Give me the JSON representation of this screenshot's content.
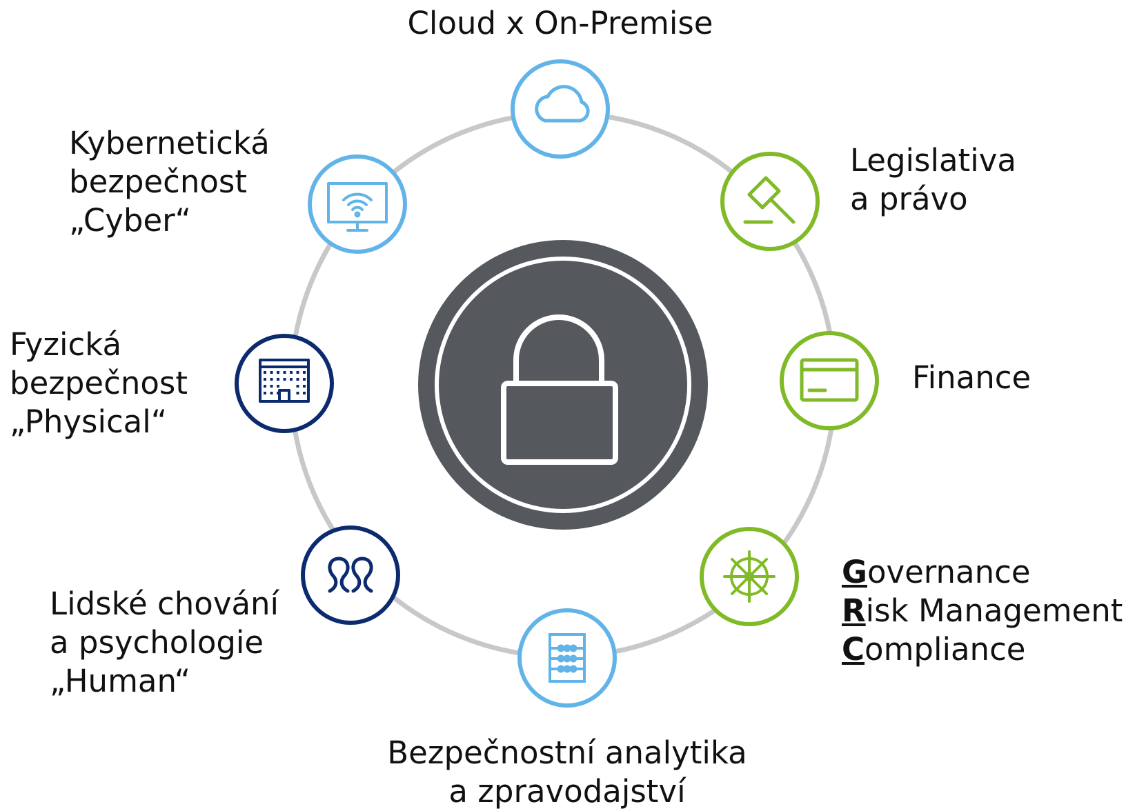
{
  "colors": {
    "ring": "#c8c8c8",
    "light_blue": "#62b4e8",
    "green": "#80ba27",
    "navy": "#0c2a6e",
    "lock_fill": "#55585d",
    "lock_outer": "#55585d"
  },
  "center": {
    "icon": "padlock-icon"
  },
  "nodes": [
    {
      "id": "cloud",
      "icon": "cloud-icon",
      "color": "light_blue",
      "lines": [
        "Cloud x On-Premise"
      ]
    },
    {
      "id": "legal",
      "icon": "gavel-icon",
      "color": "green",
      "lines": [
        "Legislativa",
        "a právo"
      ]
    },
    {
      "id": "finance",
      "icon": "credit-card-icon",
      "color": "green",
      "lines": [
        "Finance"
      ]
    },
    {
      "id": "grc",
      "icon": "ship-wheel-icon",
      "color": "green",
      "lines": [
        {
          "first": "G",
          "rest": "overnance"
        },
        {
          "first": "R",
          "rest": "isk Management"
        },
        {
          "first": "C",
          "rest": "ompliance"
        }
      ]
    },
    {
      "id": "analytics",
      "icon": "abacus-icon",
      "color": "light_blue",
      "lines": [
        "Bezpečnostní analytika",
        "a zpravodajství"
      ]
    },
    {
      "id": "human",
      "icon": "people-icon",
      "color": "navy",
      "lines": [
        "Lidské chování",
        "a psychologie",
        "„Human“"
      ]
    },
    {
      "id": "physical",
      "icon": "building-icon",
      "color": "navy",
      "lines": [
        "Fyzická",
        "bezpečnost",
        "„Physical“"
      ]
    },
    {
      "id": "cyber",
      "icon": "monitor-wifi-icon",
      "color": "light_blue",
      "lines": [
        "Kybernetická",
        "bezpečnost",
        "„Cyber“"
      ]
    }
  ]
}
